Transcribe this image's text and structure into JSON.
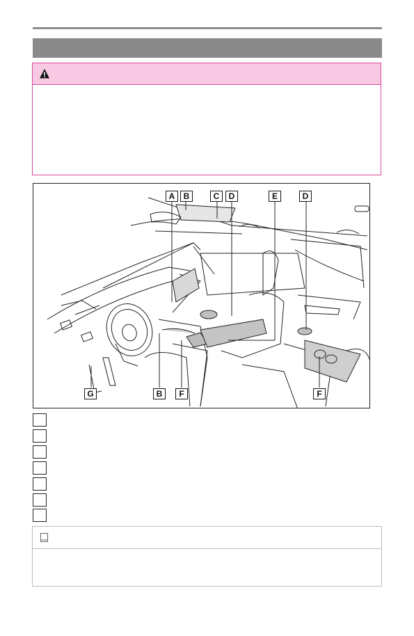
{
  "warning": {
    "icon": "warning-triangle-icon"
  },
  "figure": {
    "callouts": {
      "A": "A",
      "B_top": "B",
      "C": "C",
      "D_top": "D",
      "E": "E",
      "D_right": "D",
      "G": "G",
      "B_bottom": "B",
      "F_bottom": "F",
      "F_right": "F"
    }
  },
  "legend": {
    "count": 7
  },
  "note": {
    "icon": "book-icon"
  }
}
